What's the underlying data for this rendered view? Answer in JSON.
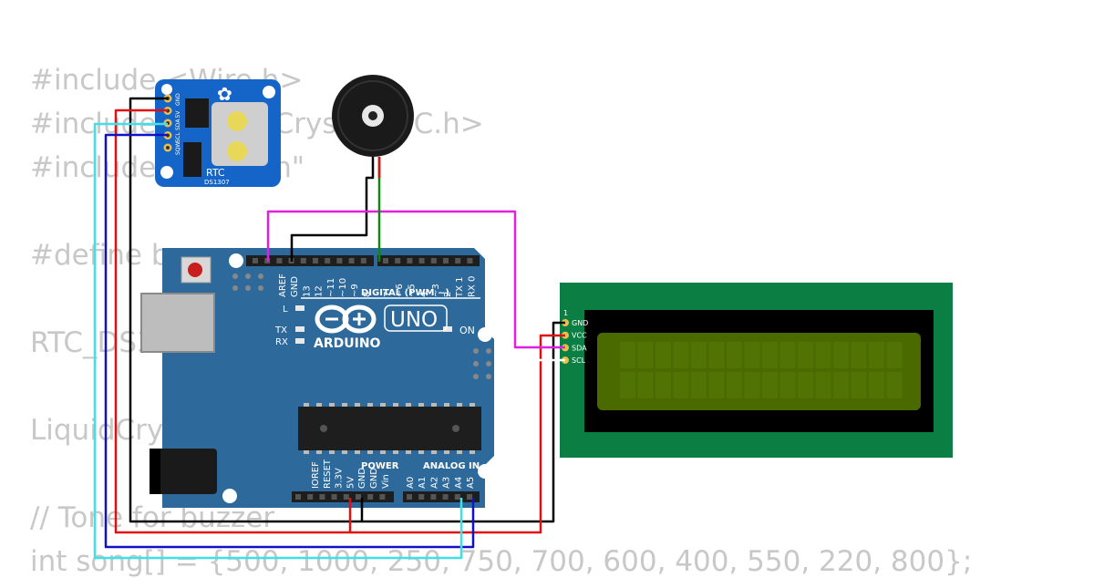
{
  "code_lines": [
    "#include <Wire.h>",
    "#include <LiquidCrystal_I2C.h>",
    "#include \"RTClib.h\"",
    "#define b",
    "RTC_DS3",
    "LiquidCry",
    "// Tone for buzzer",
    "int song[] = {500, 1000, 250, 750, 700, 600, 400, 550, 220, 800};"
  ],
  "rtc": {
    "title": "RTC",
    "model": "DS1307",
    "pins": [
      "GND",
      "5V",
      "SDA",
      "SCL",
      "SQW"
    ],
    "color": "#1565c9"
  },
  "arduino": {
    "brand": "ARDUINO",
    "model": "UNO",
    "digital_label": "DIGITAL (PWM ~)",
    "digital_pins": [
      "AREF",
      "GND",
      "13",
      "12",
      "~11",
      "~10",
      "~9",
      "8",
      "7",
      "~6",
      "~5",
      "4",
      "~3",
      "2",
      "TX 1",
      "RX 0"
    ],
    "power_label": "POWER",
    "power_pins": [
      "IOREF",
      "RESET",
      "3.3V",
      "5V",
      "GND",
      "GND",
      "Vin"
    ],
    "analog_label": "ANALOG IN",
    "analog_pins": [
      "A0",
      "A1",
      "A2",
      "A3",
      "A4",
      "A5"
    ],
    "led_l": "L",
    "led_tx": "TX",
    "led_rx": "RX",
    "led_on": "ON",
    "color": "#2d6a9b"
  },
  "lcd": {
    "pin_number": "1",
    "pins": [
      "GND",
      "VCC",
      "SDA",
      "SCL"
    ],
    "board_color": "#0b7e43",
    "screen_color": "#4a6a00"
  },
  "wire_colors": {
    "gnd": "#000000",
    "vcc": "#e01010",
    "sda": "#1010c8",
    "scl": "#40e0e8",
    "buzzer_signal": "#e020e0",
    "buzzer_pos": "#0a8a0a"
  }
}
